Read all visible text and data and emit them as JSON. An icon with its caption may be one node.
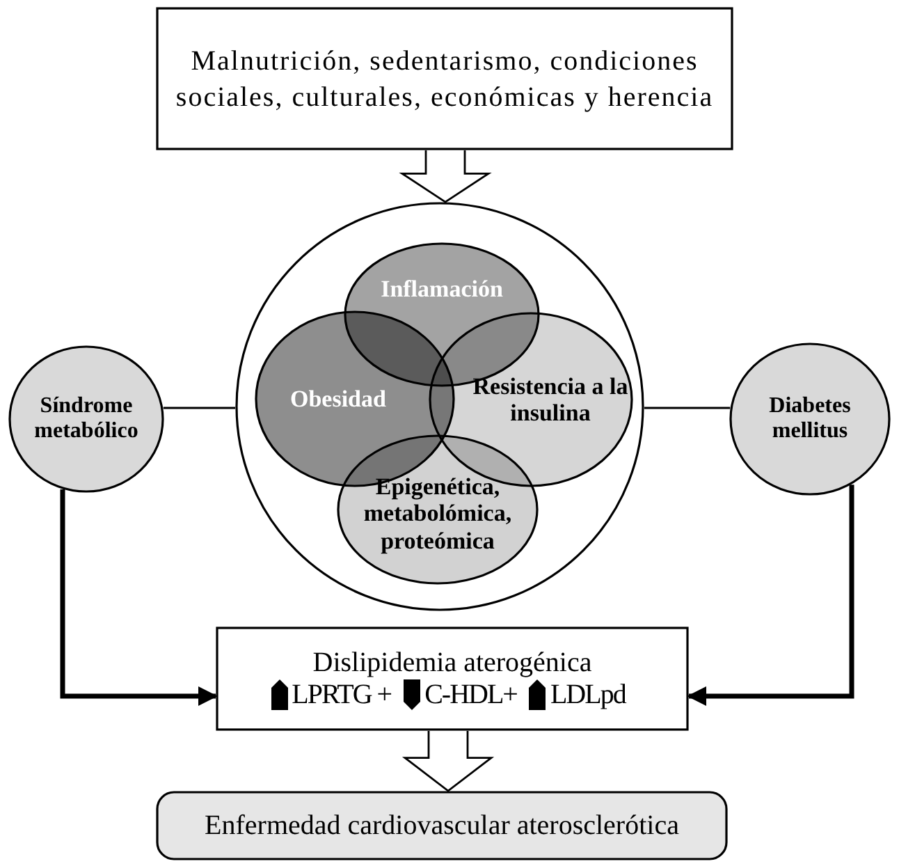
{
  "diagram": {
    "nodes": [
      {
        "text": [
          "Malnutrición, sedentarismo, condiciones sociales, culturales, económicas y herencia"
        ]
      },
      {
        "text": [],
        "shape": "circle"
      },
      {
        "text": [
          "Inflamación"
        ],
        "in": 1
      },
      {
        "text": [
          "Obesidad"
        ],
        "in": 1
      },
      {
        "text": [
          "Resistencia a la insulina"
        ],
        "in": 1
      },
      {
        "text": [
          "Epigenética, metabolómica, proteómica"
        ],
        "in": 1
      },
      {
        "text": [
          "Síndrome metabólico"
        ]
      },
      {
        "text": [
          "Diabetes mellitus"
        ]
      },
      {
        "text": [
          "Dislipidemia aterogénica",
          "LPRTG +",
          "C-HDL+",
          "LDLpd"
        ]
      },
      {
        "text": [
          "Enfermedad cardiovascular aterosclerótica"
        ]
      }
    ],
    "edges": [
      {
        "from": 0,
        "to": 1,
        "arrow": "to"
      },
      {
        "from": 6,
        "to": 1,
        "arrow": "none"
      },
      {
        "from": 1,
        "to": 7,
        "arrow": "none"
      },
      {
        "from": 6,
        "to": 8,
        "arrow": "to",
        "style": "thick"
      },
      {
        "from": 7,
        "to": 8,
        "arrow": "to",
        "style": "thick"
      },
      {
        "from": 8,
        "to": 9,
        "arrow": "to"
      }
    ]
  }
}
